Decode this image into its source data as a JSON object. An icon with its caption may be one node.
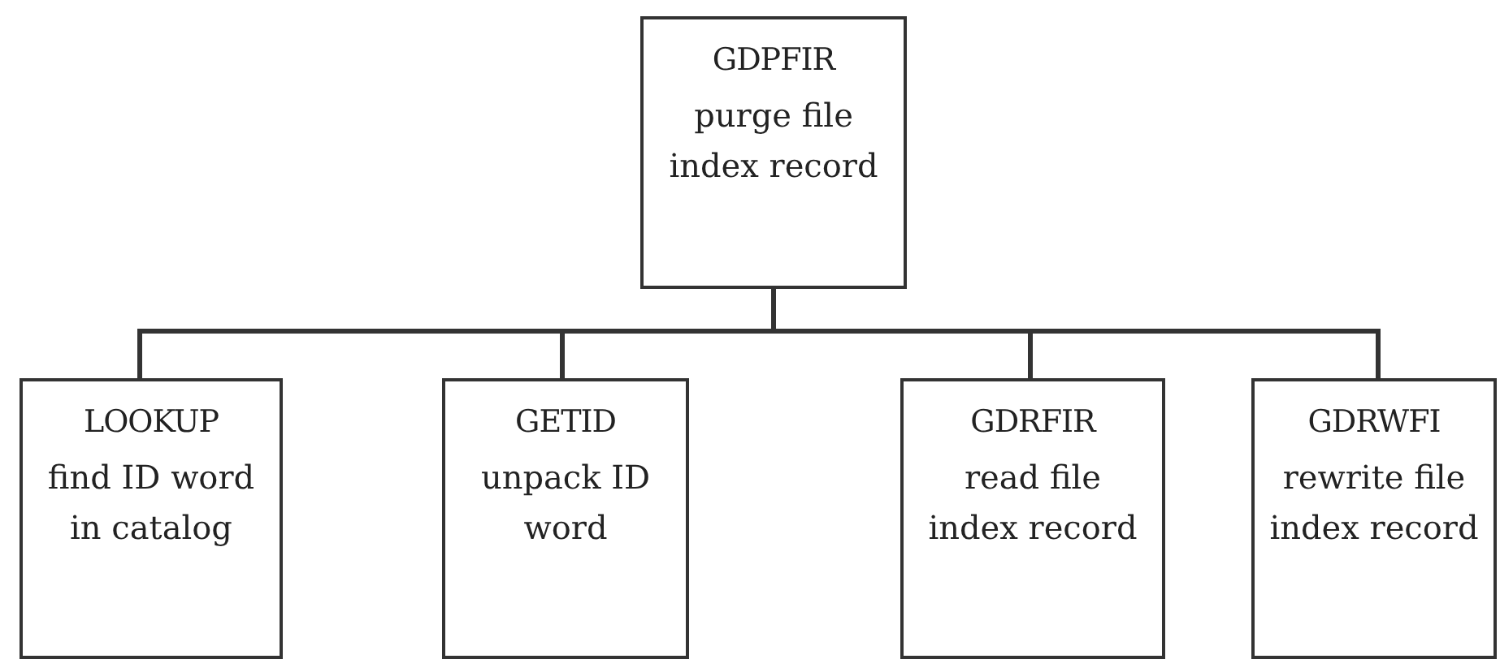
{
  "diagram": {
    "nodes": [
      {
        "text": [
          "GDPFIR",
          "purge file index record"
        ]
      },
      {
        "text": [
          "LOOKUP",
          "find ID word in catalog"
        ]
      },
      {
        "text": [
          "GETID",
          "unpack ID word"
        ]
      },
      {
        "text": [
          "GDRFIR",
          "read file index record"
        ]
      },
      {
        "text": [
          "GDRWFI",
          "rewrite file index record"
        ]
      }
    ],
    "edges": [
      {
        "from": 0,
        "to": 1,
        "arrow": "none"
      },
      {
        "from": 0,
        "to": 2,
        "arrow": "none"
      },
      {
        "from": 0,
        "to": 3,
        "arrow": "none"
      },
      {
        "from": 0,
        "to": 4,
        "arrow": "none"
      }
    ]
  }
}
